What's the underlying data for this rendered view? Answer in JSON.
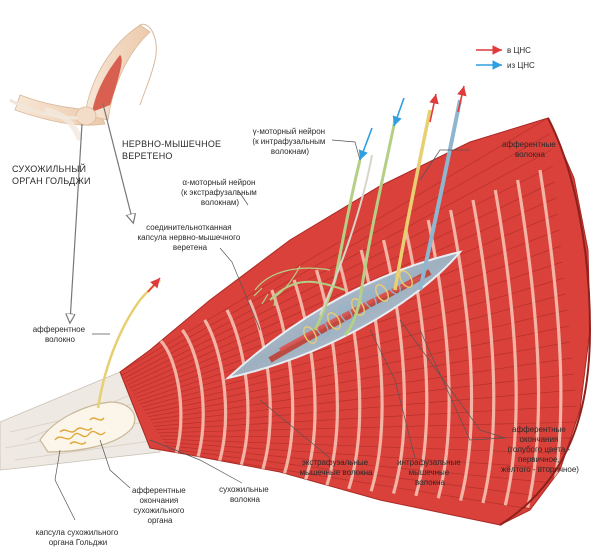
{
  "legend": {
    "to_cns": {
      "label": "в ЦНС",
      "color": "#e03a3a"
    },
    "from_cns": {
      "label": "из ЦНС",
      "color": "#2f9fe0"
    }
  },
  "labels": {
    "golgi_organ": [
      "СУХОЖИЛЬНЫЙ",
      "ОРГАН ГОЛЬДЖИ"
    ],
    "spindle": [
      "НЕРВНО-МЫШЕЧНОЕ",
      "ВЕРЕТЕНО"
    ],
    "gamma_neuron": [
      "γ-моторный нейрон",
      "(к интрафузальным",
      "волокнам)"
    ],
    "alpha_neuron": [
      "α-моторный нейрон",
      "(к экстрафузальным",
      "волокнам)"
    ],
    "capsule": [
      "соединительнотканная",
      "капсула нервно-мышечного",
      "веретена"
    ],
    "afferent_fibers": [
      "афферентные",
      "волокна"
    ],
    "afferent_fiber": [
      "афферентное",
      "волокно"
    ],
    "afferent_endings_spindle": [
      "афферентные",
      "окончания",
      "(голубого цвета -",
      "первичное,",
      "жёлтого - вторичное)"
    ],
    "extrafusal": [
      "экстрафузальные",
      "мышечные волокна"
    ],
    "intrafusal": [
      "интрафузальные",
      "мышечные",
      "волокна"
    ],
    "tendon_fibers": [
      "сухожильные",
      "волокна"
    ],
    "golgi_endings": [
      "афферентные",
      "окончания",
      "сухожильного",
      "органа"
    ],
    "golgi_capsule": [
      "капсула сухожильного",
      "органа Гольджи"
    ]
  },
  "colors": {
    "muscle": "#d9413a",
    "muscle_dark": "#b8302b",
    "muscle_stripe": "#f7c9b8",
    "tendon": "#e9e4dc",
    "nerve_green": "#b5cf86",
    "nerve_yellow": "#e8cf72",
    "nerve_blue": "#8fb6cf",
    "arm": "#f2d9c2"
  }
}
